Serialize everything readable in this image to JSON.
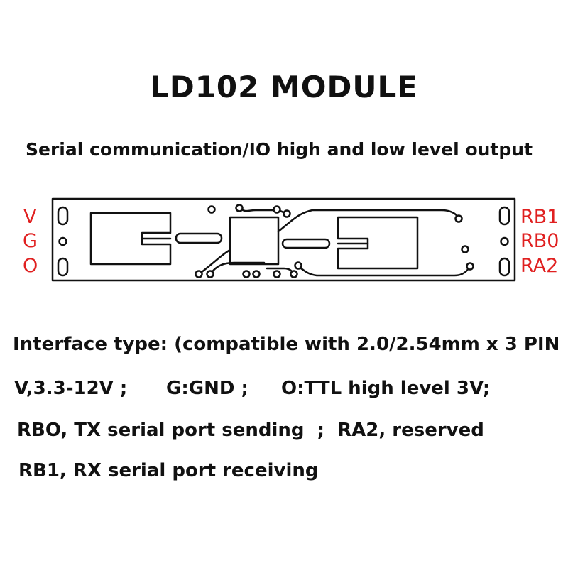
{
  "title": "LD102 MODULE",
  "subtitle": "Serial communication/IO high and low level output",
  "pins": {
    "left": [
      "V",
      "G",
      "O"
    ],
    "right": [
      "RB1",
      "RB0",
      "RA2"
    ]
  },
  "colors": {
    "pin_label": "#e02020",
    "board_line": "#111111",
    "text": "#111111"
  },
  "description": {
    "interface": "Interface type: (compatible with 2.0/2.54mm x 3 PIN",
    "power": "V,3.3-12V ;",
    "ground": "G:GND ;",
    "output": "O:TTL high level 3V;",
    "rb0_ra2": "RBO, TX serial port sending  ;  RA2, reserved",
    "rb1": "RB1, RX serial port receiving"
  }
}
